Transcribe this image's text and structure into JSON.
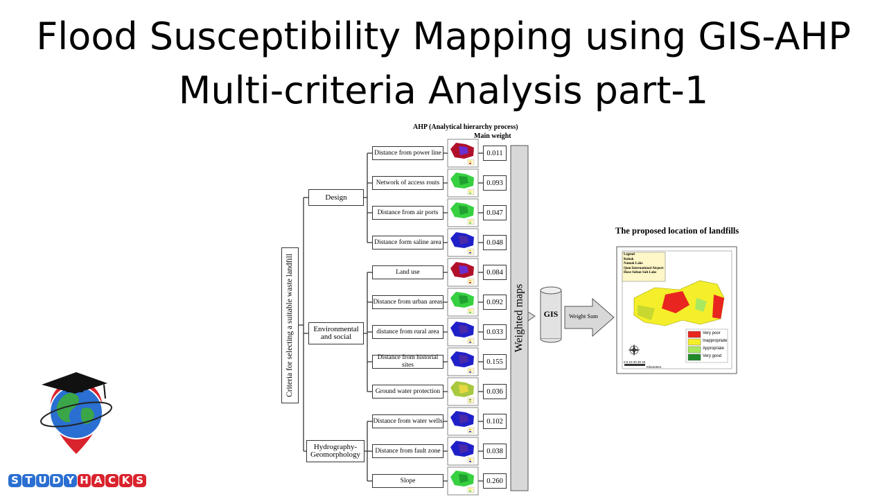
{
  "title_line1": "Flood Susceptibility Mapping using GIS-AHP",
  "title_line2": "Multi-criteria Analysis part-1",
  "diagram": {
    "header_ahp": "AHP (Analytical hierarchy process)",
    "header_weight": "Main weight",
    "root_label": "Criteria for selecting a suitable waste landfill",
    "groups": [
      {
        "label": "Design",
        "criteria": [
          {
            "label": "Distance from power line",
            "weight": "0.011",
            "map": "red"
          },
          {
            "label": "Network of access routs",
            "weight": "0.093",
            "map": "green"
          },
          {
            "label": "Distance from air ports",
            "weight": "0.047",
            "map": "green"
          },
          {
            "label": "Distance form saline area",
            "weight": "0.048",
            "map": "blue"
          }
        ]
      },
      {
        "label": "Environmental and social",
        "criteria": [
          {
            "label": "Land use",
            "weight": "0.084",
            "map": "red"
          },
          {
            "label": "Distance from urban areas",
            "weight": "0.092",
            "map": "green"
          },
          {
            "label": "distance from rural area",
            "weight": "0.033",
            "map": "blue"
          },
          {
            "label": "Distance from historial sites",
            "weight": "0.155",
            "map": "blue"
          },
          {
            "label": "Ground water protection",
            "weight": "0.036",
            "map": "olive"
          }
        ]
      },
      {
        "label": "Hydrography- Geomorphology",
        "criteria": [
          {
            "label": "Distance from water wells",
            "weight": "0.102",
            "map": "blue"
          },
          {
            "label": "Distance from fault zone",
            "weight": "0.038",
            "map": "blue"
          },
          {
            "label": "Slope",
            "weight": "0.260",
            "map": "green"
          }
        ]
      }
    ],
    "weighted_maps_label": "Weighted maps",
    "gis_label": "GIS",
    "weight_sum_label": "Weight Sum",
    "result_title": "The proposed location of landfills",
    "result_map": {
      "legend_title": "Legend",
      "legend_items": [
        "Kohak",
        "Namak Lake",
        "Qom International Airport",
        "Hoze Soltan Salt Lake"
      ],
      "classes": [
        {
          "label": "Very poor",
          "color": "#e8251f"
        },
        {
          "label": "Inappropriate",
          "color": "#f4ef2a"
        },
        {
          "label": "Appropriate",
          "color": "#a8e860"
        },
        {
          "label": "Very good",
          "color": "#1f8a2a"
        }
      ],
      "scale_label": "0 5 10 20 30 40",
      "scale_unit": "Kilometers"
    }
  },
  "logo": {
    "text": "STUDYHACKS",
    "colors": {
      "red": "#d9232d",
      "blue": "#2a6fd1",
      "green": "#3aa648"
    }
  }
}
